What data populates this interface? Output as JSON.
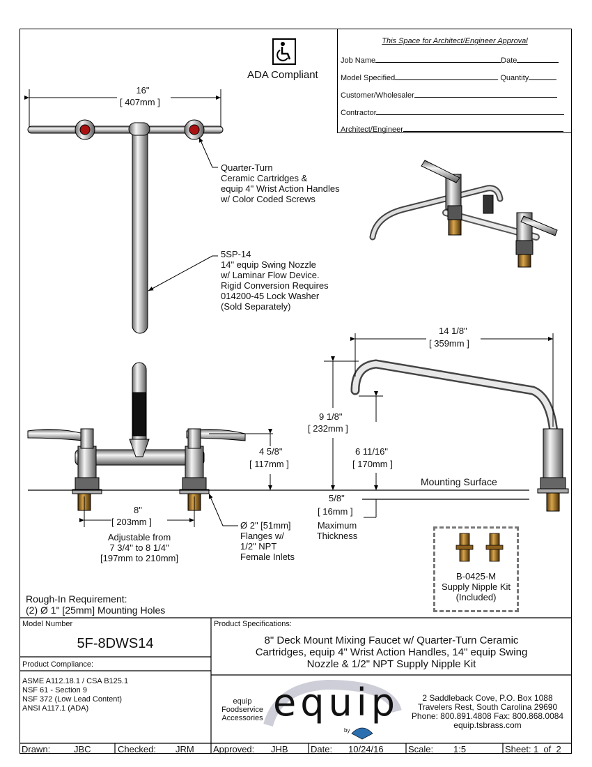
{
  "ada": {
    "label": "ADA Compliant"
  },
  "approval": {
    "title": "This Space for Architect/Engineer Approval",
    "job_name": "Job Name",
    "date": "Date",
    "model_specified": "Model Specified",
    "quantity": "Quantity",
    "customer": "Customer/Wholesaler",
    "contractor": "Contractor",
    "architect": "Architect/Engineer"
  },
  "top_view": {
    "width_in": "16\"",
    "width_mm": "407mm",
    "callout_cartridge": [
      "Quarter-Turn",
      "Ceramic Cartridges &",
      "equip 4\" Wrist Action Handles",
      "w/ Color Coded Screws"
    ],
    "callout_nozzle": [
      "5SP-14",
      "14\" equip Swing Nozzle",
      "w/ Laminar Flow Device.",
      "Rigid Conversion Requires",
      "014200-45 Lock Washer",
      "(Sold Separately)"
    ]
  },
  "front_view": {
    "height_in": "4 5/8\"",
    "height_mm": "117mm",
    "center_in": "8\"",
    "center_mm": "203mm",
    "adjustable": [
      "Adjustable from",
      "7 3/4\" to 8 1/4\"",
      "[197mm to 210mm]"
    ],
    "flange": [
      "Ø 2\" [51mm]",
      "Flanges w/",
      "1/2\" NPT",
      "Female Inlets"
    ]
  },
  "side_view": {
    "reach_in": "14 1/8\"",
    "reach_mm": "359mm",
    "height_in": "9 1/8\"",
    "height_mm": "232mm",
    "outlet_in": "6 11/16\"",
    "outlet_mm": "170mm",
    "mounting_surface": "Mounting Surface",
    "thickness_in": "5/8\"",
    "thickness_mm": "16mm",
    "thickness_note": [
      "Maximum",
      "Thickness"
    ]
  },
  "kit": {
    "lines": [
      "B-0425-M",
      "Supply Nipple Kit",
      "(Included)"
    ]
  },
  "rough_in": [
    "Rough-In Requirement:",
    "(2) Ø 1\" [25mm] Mounting Holes"
  ],
  "title_block": {
    "model_number_label": "Model Number",
    "model_number": "5F-8DWS14",
    "specs_label": "Product Specifications:",
    "specs": [
      "8\" Deck Mount Mixing Faucet w/ Quarter-Turn Ceramic",
      "Cartridges, equip 4\" Wrist Action Handles, 14\" equip Swing",
      "Nozzle & 1/2\" NPT Supply Nipple Kit"
    ],
    "compliance_label": "Product Compliance:",
    "compliance": [
      "ASME A112.18.1 / CSA B125.1",
      "NSF 61 - Section 9",
      "NSF 372 (Low Lead Content)",
      "ANSI A117.1 (ADA)"
    ],
    "brand_tag": [
      "equip",
      "Foodservice",
      "Accessories"
    ],
    "brand_word": "equip",
    "brand_by": "by",
    "address": [
      "2 Saddleback Cove, P.O. Box 1088",
      "Travelers Rest, South Carolina 29690",
      "Phone: 800.891.4808  Fax: 800.868.0084",
      "equip.tsbrass.com"
    ],
    "footer": {
      "drawn_label": "Drawn:",
      "drawn": "JBC",
      "checked_label": "Checked:",
      "checked": "JRM",
      "approved_label": "Approved:",
      "approved": "JHB",
      "date_label": "Date:",
      "date": "10/24/16",
      "scale_label": "Scale:",
      "scale": "1:5",
      "sheet_label": "Sheet:",
      "sheet": "1  of  2"
    }
  }
}
